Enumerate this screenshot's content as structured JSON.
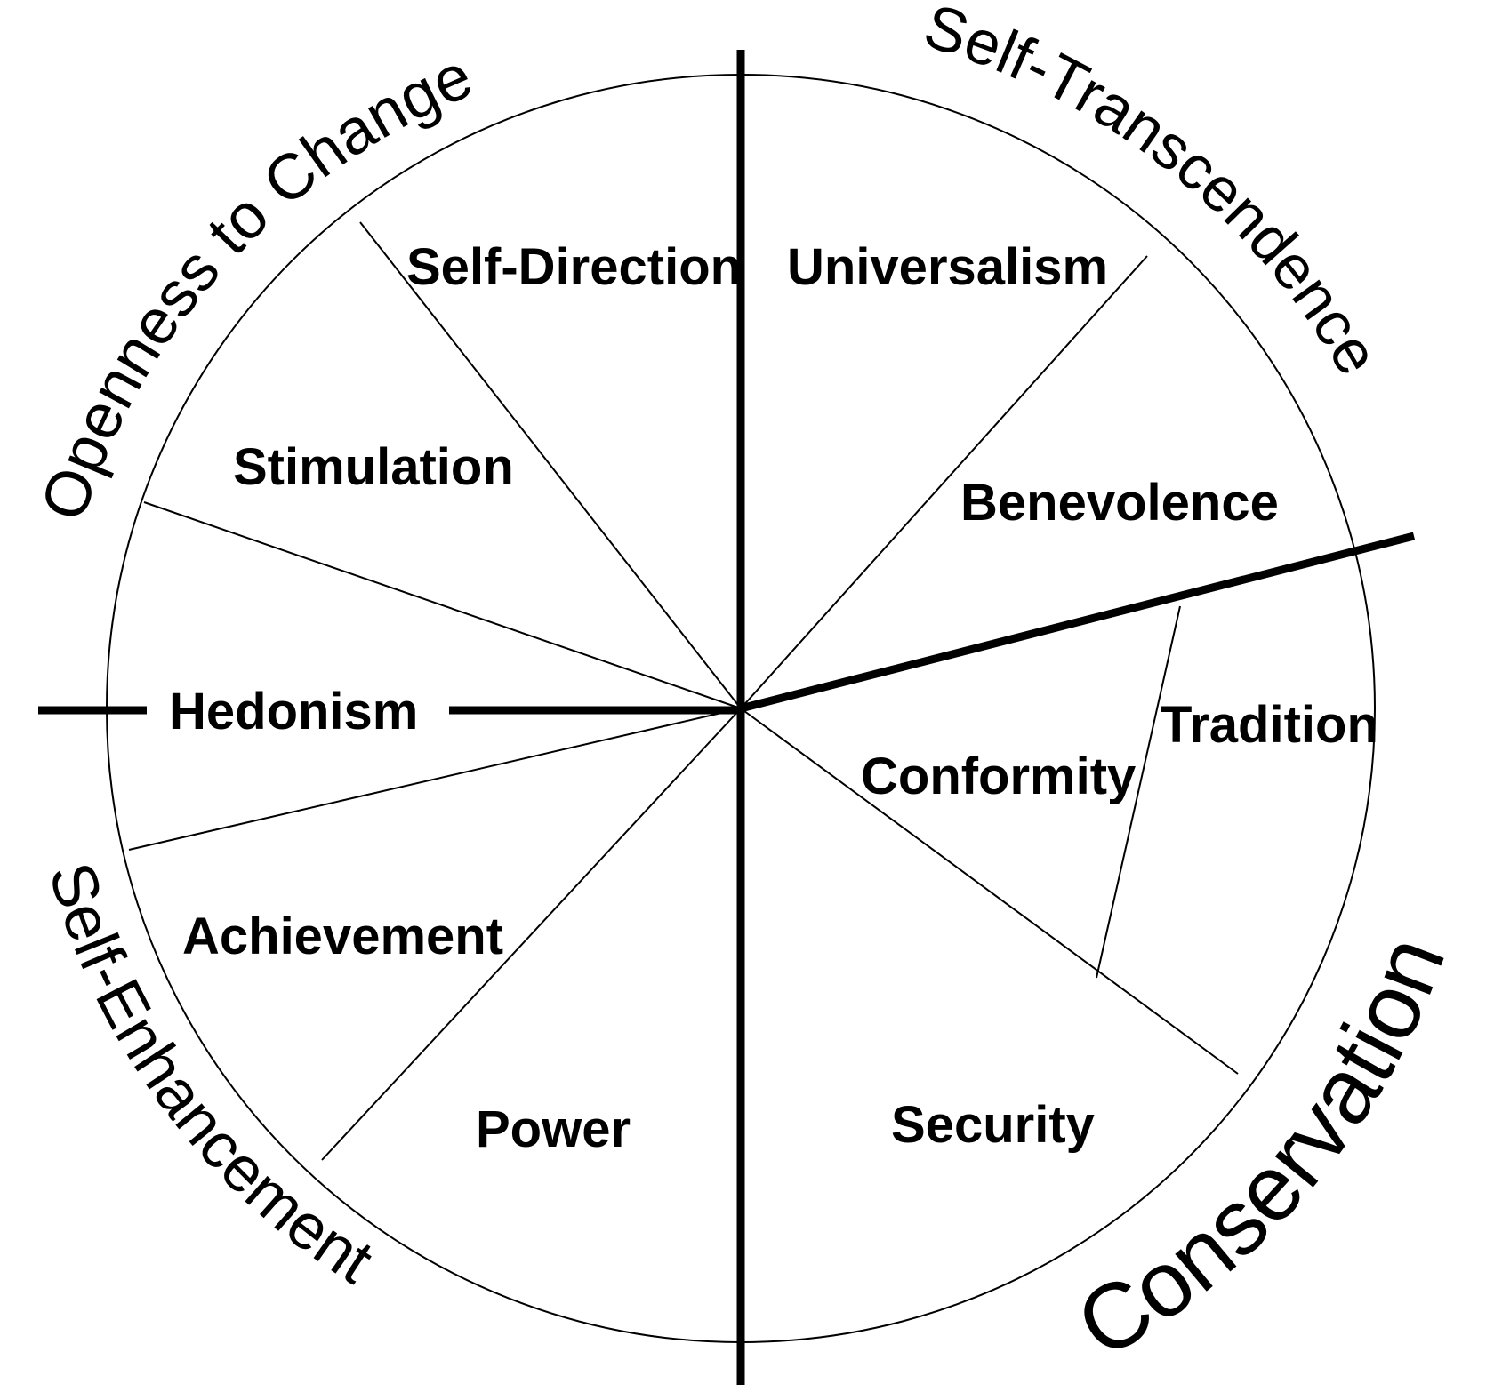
{
  "values": {
    "self_direction": "Self-Direction",
    "universalism": "Universalism",
    "stimulation": "Stimulation",
    "benevolence": "Benevolence",
    "hedonism": "Hedonism",
    "tradition": "Tradition",
    "conformity": "Conformity",
    "achievement": "Achievement",
    "power": "Power",
    "security": "Security"
  },
  "dimensions": {
    "openness": "Openness to Change",
    "transcendence": "Self-Transcendence",
    "enhancement": "Self-Enhancement",
    "conservation": "Conservation"
  },
  "colors": {
    "ink": "#000000",
    "background": "#ffffff"
  }
}
